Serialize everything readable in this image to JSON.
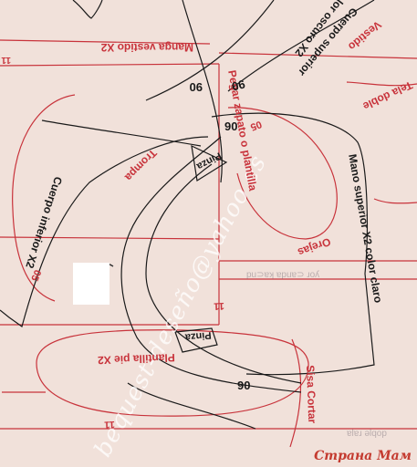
{
  "labels": {
    "manga": "Manga vestido X2",
    "cuerpo_superior": "Cuerpo superior",
    "color_oscuro": "lor oscuro X2",
    "vestido": "Vestido",
    "tela_doble": "Tela doble",
    "pegar_zapato": "Pegar zapato o plantilla",
    "trompa": "Trompa",
    "cuerpo_inferior": "Cuerpo inferior X2",
    "pinza": "Pinza",
    "mano_superior": "Mano superior X2 color claro",
    "orejas": "Orejas",
    "plantilla_pie": "Plantilla pie X2",
    "sisa_cortar": "Sisa Cortar",
    "num_90": "90",
    "num_05": "05",
    "num_11": "11"
  },
  "watermark": "bequest-deseño@yahoo.es",
  "logo": "Страна Мам",
  "colors": {
    "paper": "#f1e1da",
    "red_line": "#c8333b",
    "black_line": "#1a1a1a"
  }
}
